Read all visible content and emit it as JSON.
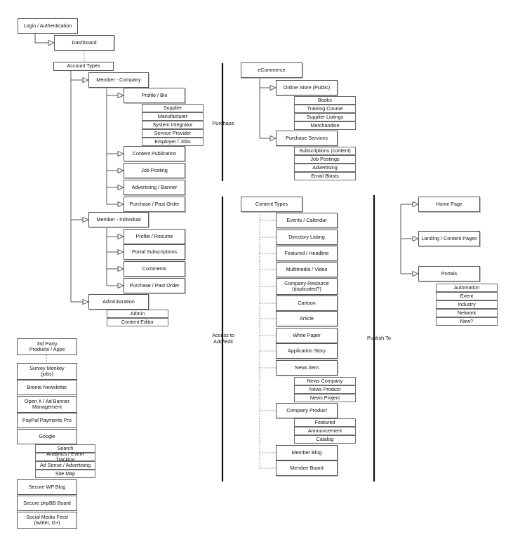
{
  "sections": {
    "purchase": "Purchase",
    "access": "Access to\nAdd/Edit",
    "publish": "Publish To"
  },
  "left": {
    "login": "Login / Authentication",
    "dashboard": "Dashboard",
    "account_types": "Account Types",
    "member_company": "Member - Company",
    "profile_bio": "Profile / Bio",
    "profile_bio_items": [
      "Supplier",
      "Manufacturer",
      "System Integrator",
      "Service Provider",
      "Employer / Jobs"
    ],
    "company_items": [
      "Content Publication",
      "Job Posting",
      "Advertising / Banner",
      "Purchase / Past Order"
    ],
    "member_individual": "Member - Individual",
    "individual_items": [
      "Profile / Resume",
      "Portal Subscriptions",
      "Comments",
      "Purchase / Past Order"
    ],
    "administration": "Administration",
    "admin_items": [
      "Admin",
      "Content Editor"
    ]
  },
  "third_party": {
    "title": "3rd Party\nProducts / Apps",
    "items": [
      "Survey Monkey\n(jobs)",
      "Bronto Newsletter",
      "Open X / Ad Banner\nManagement",
      "PayPal Payments Pro",
      "Google"
    ],
    "google_items": [
      "Search",
      "Analytics / Event Tracking",
      "Ad Sense / Advertising",
      "Site Map"
    ],
    "more_items": [
      "Secure WP Blog",
      "Secure phpBB Board",
      "Social Media Feed\n(twitter, G+)"
    ]
  },
  "ecommerce": {
    "title": "eCommerce",
    "online_store": "Online Store (Public)",
    "store_items": [
      "Books",
      "Training Course",
      "Supplier Listings",
      "Merchandise"
    ],
    "purchase_services": "Purchase Services",
    "service_items": [
      "Subscriptions (content)",
      "Job Postings",
      "Advertising",
      "Email Blasts"
    ]
  },
  "content": {
    "title": "Content Types",
    "items": [
      "Events / Calendar",
      "Directory Listing",
      "Featured / Headline",
      "Multimedia / Video",
      "Company Resource\n(duplicated?)",
      "Cartoon",
      "Article",
      "White Paper",
      "Application Story",
      "News Item"
    ],
    "news_items": [
      "News Company",
      "News Product",
      "News Project"
    ],
    "company_product": "Company Product",
    "product_items": [
      "Featured",
      "Announcement",
      "Catalog"
    ],
    "member_items": [
      "Member Blog",
      "Member Board"
    ]
  },
  "publish": {
    "home": "Home Page",
    "landing": "Landing / Content Pages",
    "portals": "Portals",
    "portal_items": [
      "Automation",
      "Event",
      "Industry",
      "Network",
      "New?"
    ]
  }
}
